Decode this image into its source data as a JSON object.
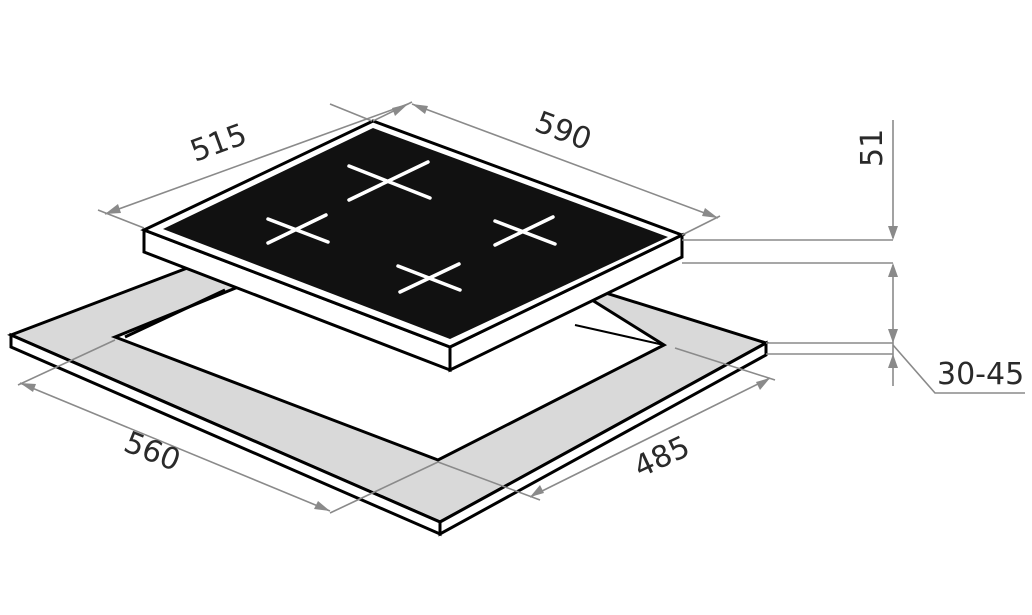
{
  "dimensions": {
    "hob_depth": "515",
    "hob_width": "590",
    "hob_height": "51",
    "worktop_thickness": "30-45",
    "cutout_width": "560",
    "cutout_depth": "485"
  },
  "colors": {
    "glass": "#111111",
    "worktop": "#d9d9d9",
    "dimension_line": "#8a8a8a"
  }
}
